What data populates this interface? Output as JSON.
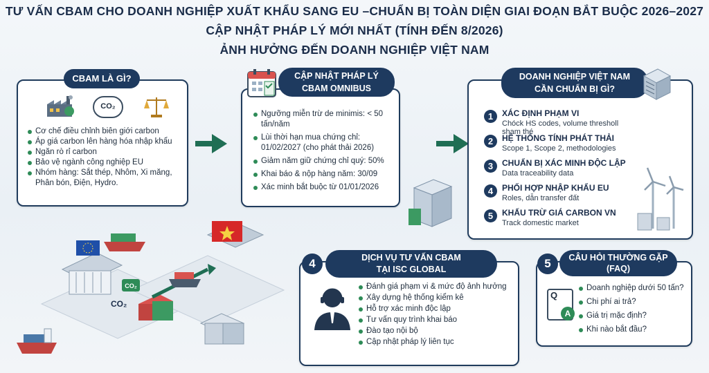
{
  "header": {
    "line1": "TƯ VẤN CBAM CHO DOANH NGHIỆP XUẤT KHẨU SANG EU –CHUẨN BỊ TOÀN DIỆN GIAI ĐOẠN BẮT BUỘC 2026–2027",
    "line2": "CẬP NHẬT PHÁP LÝ MỚI NHẤT (TÍNH ĐẾN 8/2026)",
    "line3": "ẢNH HƯỞNG ĐẾN DOANH NGHIỆP VIỆT NAM"
  },
  "cbam": {
    "title": "CBAM LÀ GÌ?",
    "co2_icon_label": "CO₂",
    "items": [
      "Cơ chế điều chỉnh biên giới carbon",
      "Áp giá carbon lên hàng hóa nhập khẩu",
      "Ngăn rò rỉ carbon",
      "Bảo vệ ngành công nghiệp EU",
      "Nhóm hàng: Sắt thép, Nhôm, Xi măng, Phân bón, Điện, Hydro."
    ]
  },
  "legal": {
    "title_line1": "CẬP NHẬT PHÁP LÝ",
    "title_line2": "CBAM OMNIBUS",
    "items": [
      "Ngưỡng miễn trừ de minimis: < 50 tấn/năm",
      "Lùi thời hạn mua chứng chỉ: 01/02/2027 (cho phát thải 2026)",
      "Giảm năm giữ chứng chỉ quý: 50%",
      "Khai báo & nộp hàng năm: 30/09",
      "Xác minh bắt buộc từ 01/01/2026"
    ]
  },
  "prepare": {
    "title_line1": "DOANH NGHIỆP VIỆT NAM",
    "title_line2": "CẦN CHUẨN BỊ GÌ?",
    "steps": [
      {
        "num": "1",
        "title": "XÁC ĐỊNH PHẠM VI",
        "sub": "Chóck HS codes, volume thresholl sham thé"
      },
      {
        "num": "2",
        "title": "HỆ THỐNG TÍNH PHÁT THẢI",
        "sub": "Scope 1, Scope 2, methodologies"
      },
      {
        "num": "3",
        "title": "CHUẨN BỊ XÁC MINH ĐỘC LẬP",
        "sub": "Data traceability data"
      },
      {
        "num": "4",
        "title": "PHỐI HỢP NHẬP KHẨU EU",
        "sub": "Roles, dẫn transfer đất"
      },
      {
        "num": "5",
        "title": "KHẤU TRỪ GIÁ CARBON VN",
        "sub": "Track domestic market"
      }
    ]
  },
  "service": {
    "num": "4",
    "title_line1": "DỊCH VỤ TƯ VẤN CBAM",
    "title_line2": "TẠI ISC GLOBAL",
    "items": [
      "Đánh giá phạm vi & mức độ ảnh hưởng",
      "Xây dựng hệ thống kiểm kê",
      "Hỗ trợ xác minh độc lập",
      "Tư vấn quy trình khai báo",
      "Đào tạo nội bộ",
      "Cập nhật pháp lý liên tục"
    ]
  },
  "faq": {
    "num": "5",
    "title_line1": "CÂU HỎI THƯỜNG GẶP",
    "title_line2": "(FAQ)",
    "icon_q": "Q",
    "icon_a": "A",
    "items": [
      "Doanh nghiệp dưới 50 tấn?",
      "Chi phí ai trả?",
      "Giá trị mặc định?",
      "Khi nào bắt đầu?"
    ]
  },
  "illustration": {
    "co2_cube": "CO₂",
    "co2_label": "CO₂",
    "eu_flag_color": "#1f4fa8",
    "vn_flag_color": "#d62828"
  },
  "colors": {
    "navy": "#1e3a5f",
    "green": "#1f6e54",
    "bullet": "#2e8b57"
  }
}
